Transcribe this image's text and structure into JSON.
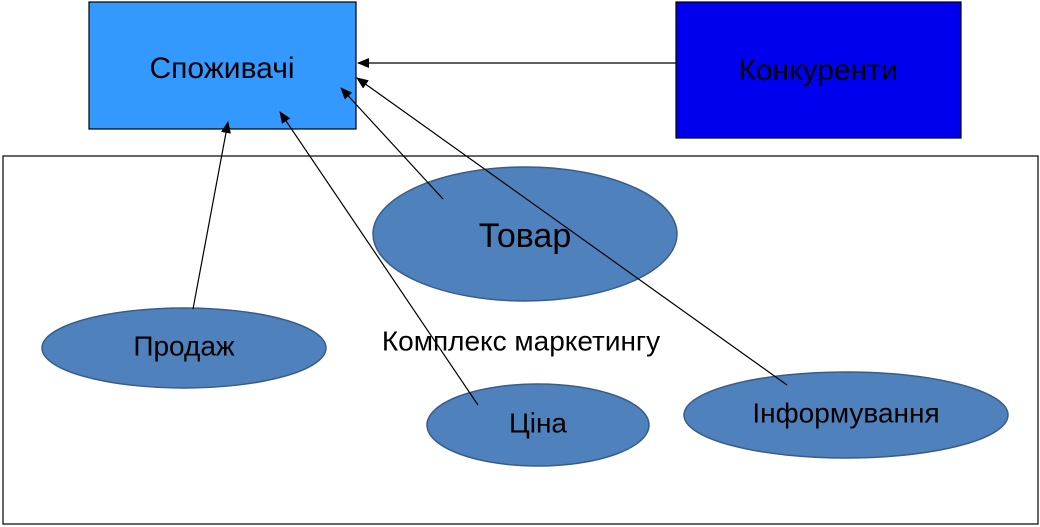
{
  "diagram": {
    "consumers": {
      "label": "Споживачі",
      "color": "#3399ff"
    },
    "competitors": {
      "label": "Конкуренти",
      "color": "#0000ee"
    },
    "marketing_mix": {
      "label": "Комплекс маркетингу",
      "elements": {
        "product": {
          "label": "Товар"
        },
        "sales": {
          "label": "Продаж"
        },
        "price": {
          "label": "Ціна"
        },
        "information": {
          "label": "Інформування"
        }
      },
      "ellipse_color": "#4f81bd"
    }
  }
}
